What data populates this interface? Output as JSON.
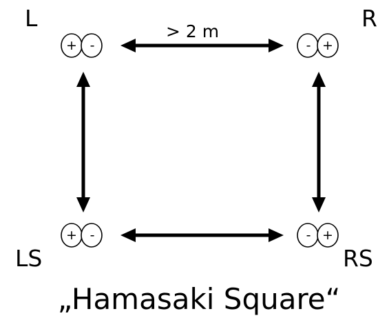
{
  "speakers": {
    "l": {
      "label": "L",
      "left_sign": "+",
      "right_sign": "-"
    },
    "r": {
      "label": "R",
      "left_sign": "-",
      "right_sign": "+"
    },
    "ls": {
      "label": "LS",
      "left_sign": "+",
      "right_sign": "-"
    },
    "rs": {
      "label": "RS",
      "left_sign": "-",
      "right_sign": "+"
    }
  },
  "distance_label": "> 2 m",
  "caption": "„Hamasaki Square“",
  "connections": [
    "L-R",
    "L-LS",
    "R-RS",
    "LS-RS"
  ]
}
